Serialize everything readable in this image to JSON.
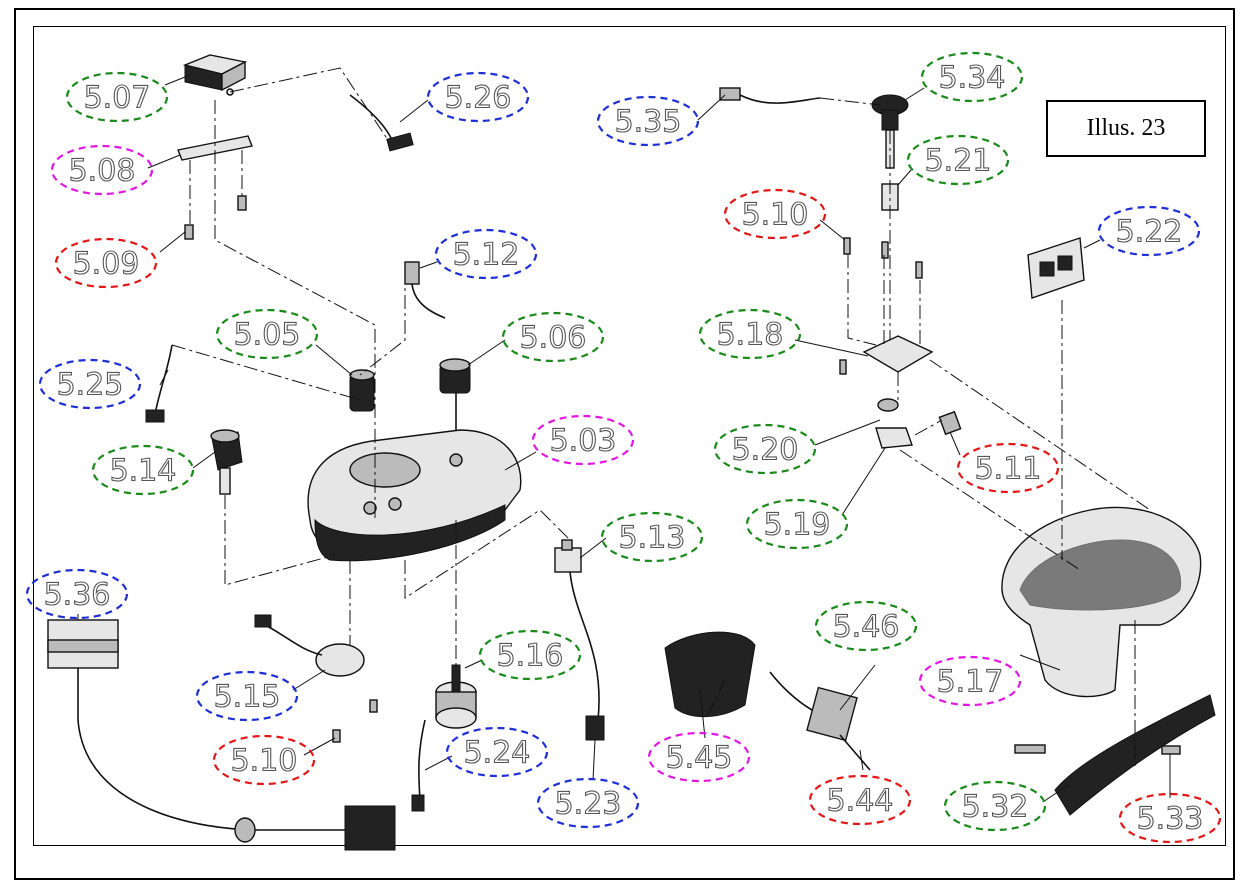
{
  "illustration": {
    "label": "Illus. 23"
  },
  "colors": {
    "green": "#1a8a1a",
    "blue": "#1f2fd6",
    "red": "#e01818",
    "magenta": "#e018e0"
  },
  "callouts": [
    {
      "id": "5.07",
      "color": "green"
    },
    {
      "id": "5.26",
      "color": "blue"
    },
    {
      "id": "5.08",
      "color": "magenta"
    },
    {
      "id": "5.09",
      "color": "red"
    },
    {
      "id": "5.12",
      "color": "blue"
    },
    {
      "id": "5.05",
      "color": "green"
    },
    {
      "id": "5.06",
      "color": "green"
    },
    {
      "id": "5.25",
      "color": "blue"
    },
    {
      "id": "5.03",
      "color": "magenta"
    },
    {
      "id": "5.14",
      "color": "green"
    },
    {
      "id": "5.13",
      "color": "green"
    },
    {
      "id": "5.36",
      "color": "blue"
    },
    {
      "id": "5.16",
      "color": "green"
    },
    {
      "id": "5.15",
      "color": "blue"
    },
    {
      "id": "5.10",
      "color": "red"
    },
    {
      "id": "5.24",
      "color": "blue"
    },
    {
      "id": "5.23",
      "color": "blue"
    },
    {
      "id": "5.35",
      "color": "blue"
    },
    {
      "id": "5.34",
      "color": "green"
    },
    {
      "id": "5.21",
      "color": "green"
    },
    {
      "id": "5.10",
      "color": "red"
    },
    {
      "id": "5.22",
      "color": "blue"
    },
    {
      "id": "5.18",
      "color": "green"
    },
    {
      "id": "5.20",
      "color": "green"
    },
    {
      "id": "5.11",
      "color": "red"
    },
    {
      "id": "5.19",
      "color": "green"
    },
    {
      "id": "5.46",
      "color": "green"
    },
    {
      "id": "5.45",
      "color": "magenta"
    },
    {
      "id": "5.44",
      "color": "red"
    },
    {
      "id": "5.17",
      "color": "magenta"
    },
    {
      "id": "5.32",
      "color": "green"
    },
    {
      "id": "5.33",
      "color": "red"
    }
  ]
}
